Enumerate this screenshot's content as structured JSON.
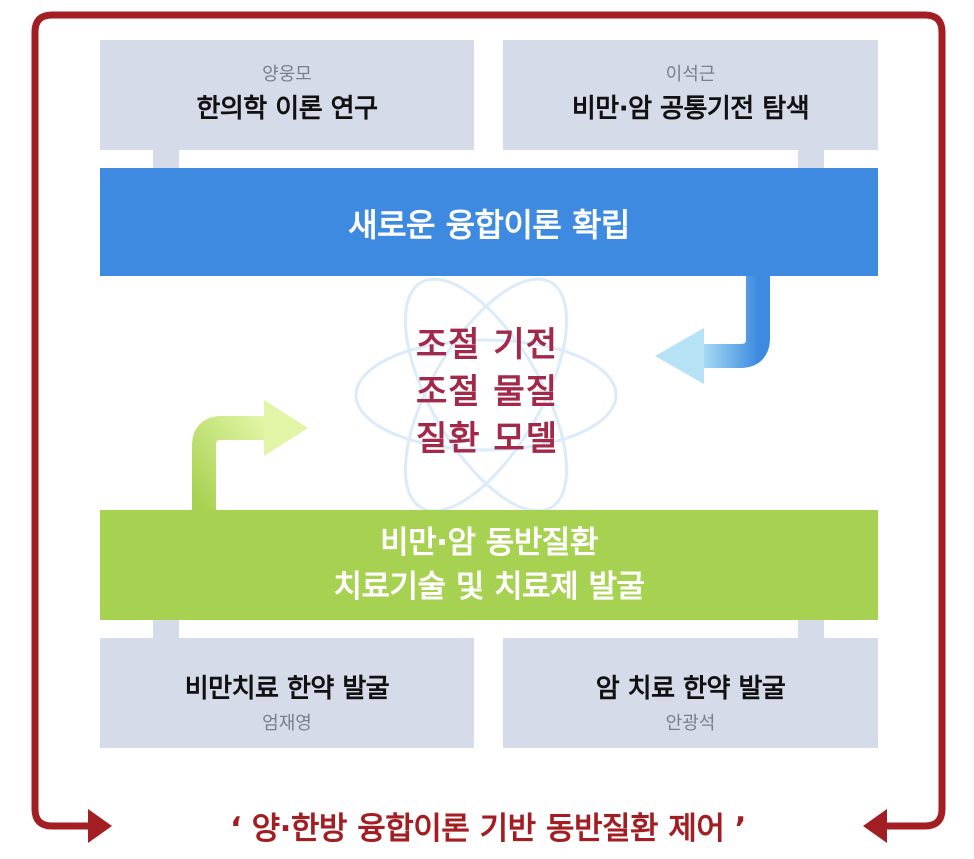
{
  "top_left": {
    "name": "양웅모",
    "topic": "한의학 이론 연구"
  },
  "top_right": {
    "name": "이석근",
    "topic": "비만·암 공통기전 탐색"
  },
  "blue_band": {
    "title": "새로운 융합이론 확립"
  },
  "center": {
    "lines": [
      "조절 기전",
      "조절 물질",
      "질환 모델"
    ]
  },
  "green_band": {
    "line1": "비만·암 동반질환",
    "line2": "치료기술 및 치료제 발굴"
  },
  "bottom_left": {
    "topic": "비만치료 한약 발굴",
    "name": "엄재영"
  },
  "bottom_right": {
    "topic": "암 치료 한약 발굴",
    "name": "안광석"
  },
  "footer": {
    "text": "‘ 양·한방 융합이론 기반 동반질환 제어 ’"
  },
  "colors": {
    "frame": "#a31e22",
    "gray_box": "#d5dbe9",
    "blue": "#3d8ae0",
    "green": "#a7d150",
    "center_text": "#a3294a",
    "down_arrow": "#d5dbe9"
  }
}
